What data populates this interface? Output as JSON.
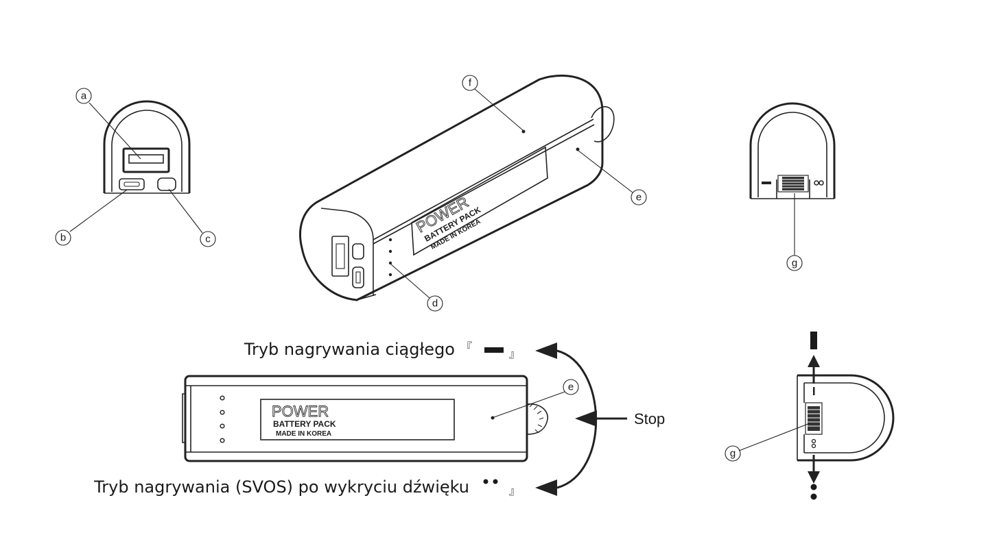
{
  "callouts": {
    "a": "a",
    "b": "b",
    "c": "c",
    "d": "d",
    "e": "e",
    "f": "f",
    "g": "g"
  },
  "device_label": {
    "power": "POWER",
    "battery_pack": "BATTERY PACK",
    "made_in": "MADE IN KOREA"
  },
  "modes": {
    "continuous_label": "Tryb nagrywania ciągłego",
    "continuous_open": "『",
    "continuous_close": "』",
    "svos_label": "Tryb nagrywania (SVOS) po wykryciu dźwięku",
    "svos_close": "』",
    "stop_label": "Stop"
  },
  "switch_marks": {
    "line": "I",
    "dots": "oo"
  }
}
